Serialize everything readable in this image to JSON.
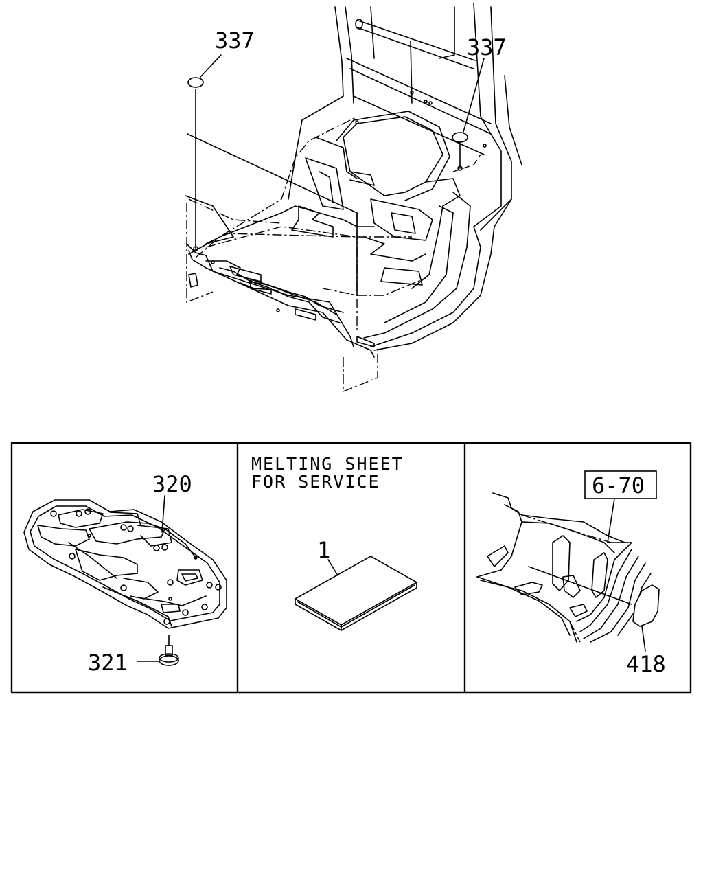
{
  "callouts": {
    "part_337_left": "337",
    "part_337_right": "337",
    "part_320": "320",
    "part_321": "321",
    "part_1": "1",
    "ref_6_70": "6-70",
    "part_418": "418"
  },
  "panels": {
    "middle_note_line1": "MELTING SHEET",
    "middle_note_line2": "FOR SERVICE"
  }
}
